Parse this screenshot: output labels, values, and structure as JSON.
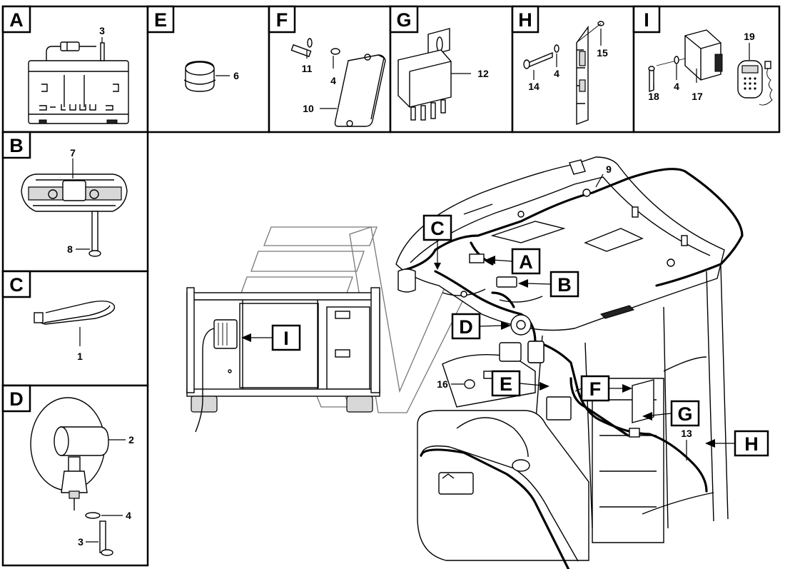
{
  "panels": {
    "A": {
      "label": "A",
      "parts": [
        "3"
      ]
    },
    "B": {
      "label": "B",
      "parts": [
        "7",
        "8"
      ]
    },
    "C": {
      "label": "C",
      "parts": [
        "1"
      ]
    },
    "D": {
      "label": "D",
      "parts": [
        "2",
        "4",
        "3"
      ]
    },
    "E": {
      "label": "E",
      "parts": [
        "6"
      ]
    },
    "F": {
      "label": "F",
      "parts": [
        "11",
        "4",
        "10"
      ]
    },
    "G": {
      "label": "G",
      "parts": [
        "12"
      ]
    },
    "H": {
      "label": "H",
      "parts": [
        "15",
        "4",
        "14"
      ]
    },
    "I": {
      "label": "I",
      "parts": [
        "19",
        "18",
        "4",
        "17"
      ]
    }
  },
  "main": {
    "callouts": [
      "C",
      "A",
      "B",
      "D",
      "E",
      "F",
      "G",
      "H",
      "I"
    ],
    "parts": [
      "9",
      "16",
      "13"
    ]
  }
}
